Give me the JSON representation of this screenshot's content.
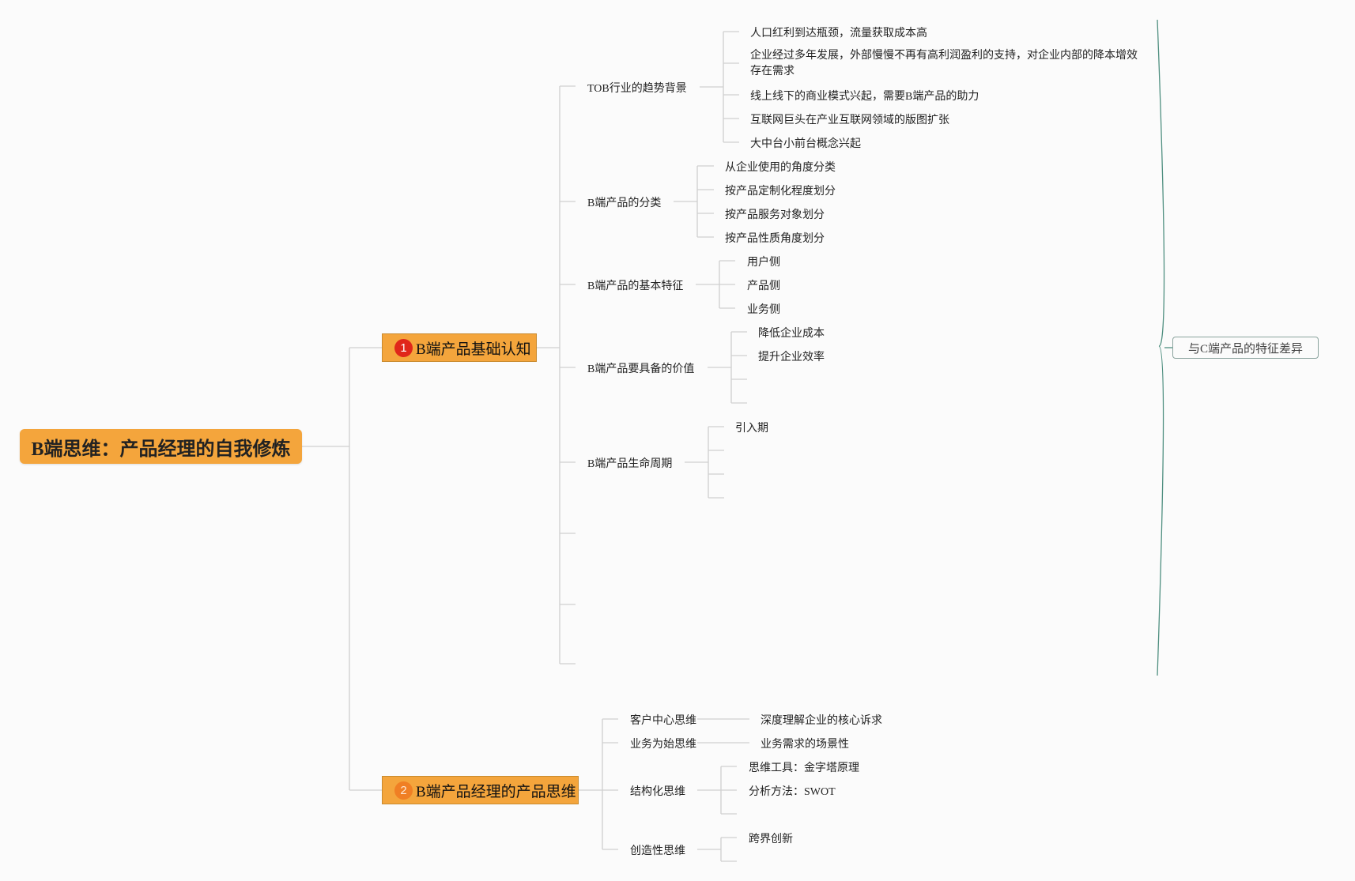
{
  "root": {
    "label": "B端思维：产品经理的自我修炼"
  },
  "branch1": {
    "badge": "1",
    "label": "B端产品基础认知",
    "topics": {
      "trend": {
        "label": "TOB行业的趋势背景",
        "items": [
          "人口红利到达瓶颈，流量获取成本高",
          "企业经过多年发展，外部慢慢不再有高利润盈利的支持，对企业内部的降本增效存在需求",
          "线上线下的商业模式兴起，需要B端产品的助力",
          "互联网巨头在产业互联网领域的版图扩张",
          "大中台小前台概念兴起"
        ]
      },
      "classify": {
        "label": "B端产品的分类",
        "items": [
          "从企业使用的角度分类",
          "按产品定制化程度划分",
          "按产品服务对象划分",
          "按产品性质角度划分"
        ]
      },
      "features": {
        "label": "B端产品的基本特征",
        "items": [
          "用户侧",
          "产品侧",
          "业务侧"
        ]
      },
      "value": {
        "label": "B端产品要具备的价值",
        "items": [
          "降低企业成本",
          "提升企业效率"
        ]
      },
      "lifecycle": {
        "label": "B端产品生命周期",
        "items": [
          "引入期"
        ]
      }
    },
    "summary": "与C端产品的特征差异"
  },
  "branch2": {
    "badge": "2",
    "label": "B端产品经理的产品思维",
    "topics": {
      "customer": {
        "label": "客户中心思维",
        "items": [
          "深度理解企业的核心诉求"
        ]
      },
      "business": {
        "label": "业务为始思维",
        "items": [
          "业务需求的场景性"
        ]
      },
      "structure": {
        "label": "结构化思维",
        "items": [
          "思维工具：金字塔原理",
          "分析方法：SWOT"
        ]
      },
      "creative": {
        "label": "创造性思维",
        "items": [
          "跨界创新"
        ]
      }
    }
  }
}
